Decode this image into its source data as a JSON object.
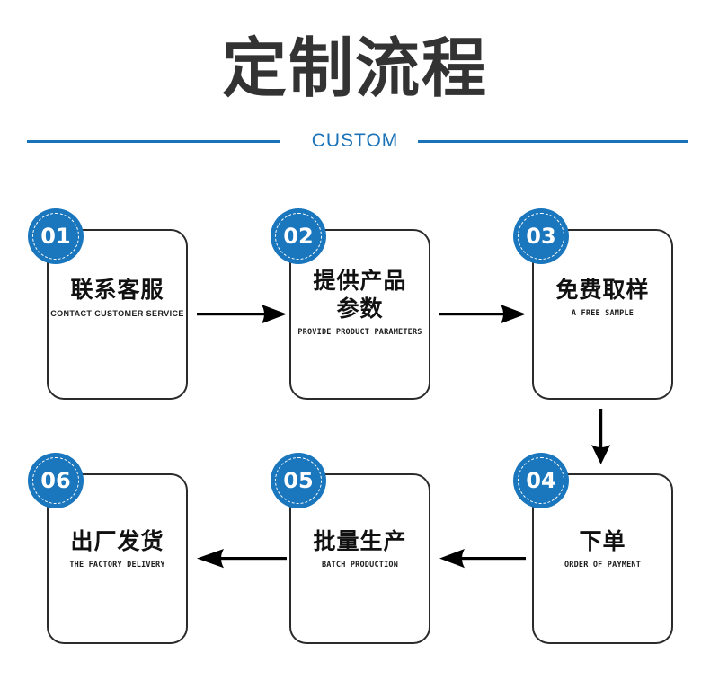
{
  "header": {
    "title": "定制流程",
    "subtitle": "CUSTOM",
    "accent_color": "#1a72b8"
  },
  "flow": {
    "badge_color": "#1a76bd",
    "box_border_color": "#2b2b2b",
    "steps": [
      {
        "number": "01",
        "title_cn": "联系客服",
        "title_en": "CONTACT CUSTOMER SERVICE"
      },
      {
        "number": "02",
        "title_cn": "提供产品\n参数",
        "title_en": "PROVIDE PRODUCT PARAMETERS"
      },
      {
        "number": "03",
        "title_cn": "免费取样",
        "title_en": "A FREE SAMPLE"
      },
      {
        "number": "04",
        "title_cn": "下单",
        "title_en": "ORDER OF PAYMENT"
      },
      {
        "number": "05",
        "title_cn": "批量生产",
        "title_en": "BATCH PRODUCTION"
      },
      {
        "number": "06",
        "title_cn": "出厂发货",
        "title_en": "THE FACTORY DELIVERY"
      }
    ],
    "connectors": [
      {
        "name": "arrow-01-to-02",
        "direction": "right"
      },
      {
        "name": "arrow-02-to-03",
        "direction": "right"
      },
      {
        "name": "arrow-03-to-04",
        "direction": "down"
      },
      {
        "name": "arrow-04-to-05",
        "direction": "left"
      },
      {
        "name": "arrow-05-to-06",
        "direction": "left"
      }
    ]
  }
}
